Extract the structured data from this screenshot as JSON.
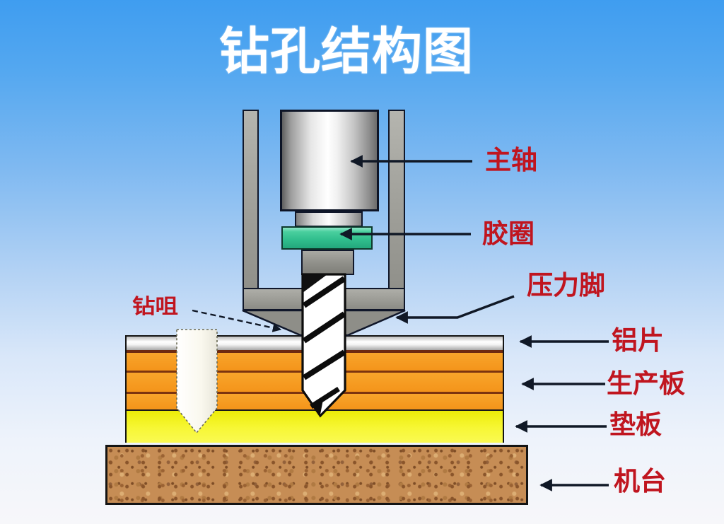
{
  "title": "钻孔结构图",
  "labels": {
    "spindle": "主轴",
    "rubber_ring": "胶圈",
    "pressure_foot": "压力脚",
    "drill_bit": "钻咀",
    "aluminum_sheet": "铝片",
    "production_board": "生产板",
    "backing_board": "垫板",
    "machine_table": "机台"
  },
  "colors": {
    "label_red": "#c0151f",
    "title_white": "#ffffff",
    "sky_blue_top": "#3f9df0",
    "ring_green": "#2fbd8c",
    "board_orange": "#f79c1c",
    "backing_yellow": "#f2f216",
    "table_brown": "#c68d55",
    "arrow_dark": "#101826"
  }
}
